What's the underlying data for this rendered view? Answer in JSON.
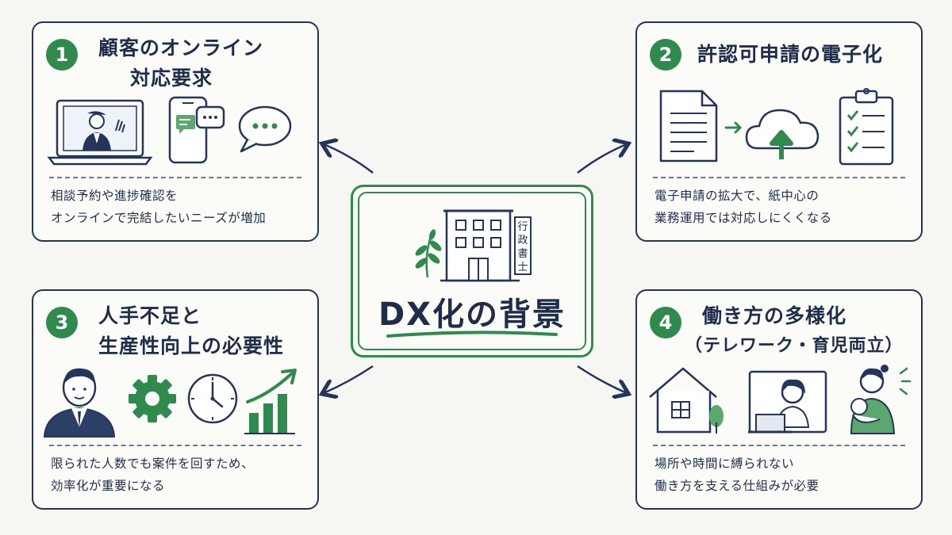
{
  "center": {
    "title": "DX化の背景",
    "building_sign": [
      "行",
      "政",
      "書",
      "士"
    ]
  },
  "cards": [
    {
      "number": "1",
      "title_lines": [
        "顧客のオンライン",
        "対応要求"
      ],
      "desc_lines": [
        "相談予約や進捗確認を",
        "オンラインで完結したいニーズが増加"
      ]
    },
    {
      "number": "2",
      "title_lines": [
        "許認可申請の電子化"
      ],
      "desc_lines": [
        "電子申請の拡大で、紙中心の",
        "業務運用では対応しにくくなる"
      ]
    },
    {
      "number": "3",
      "title_lines": [
        "人手不足と",
        "生産性向上の必要性"
      ],
      "desc_lines": [
        "限られた人数でも案件を回すため、",
        "効率化が重要になる"
      ]
    },
    {
      "number": "4",
      "title_lines": [
        "働き方の多様化",
        "（テレワーク・育児両立）"
      ],
      "desc_lines": [
        "場所や時間に縛られない",
        "働き方を支える仕組みが必要"
      ]
    }
  ],
  "colors": {
    "navy": "#1f2d4a",
    "green": "#2f8a4d",
    "light_green": "#5aa86e"
  }
}
